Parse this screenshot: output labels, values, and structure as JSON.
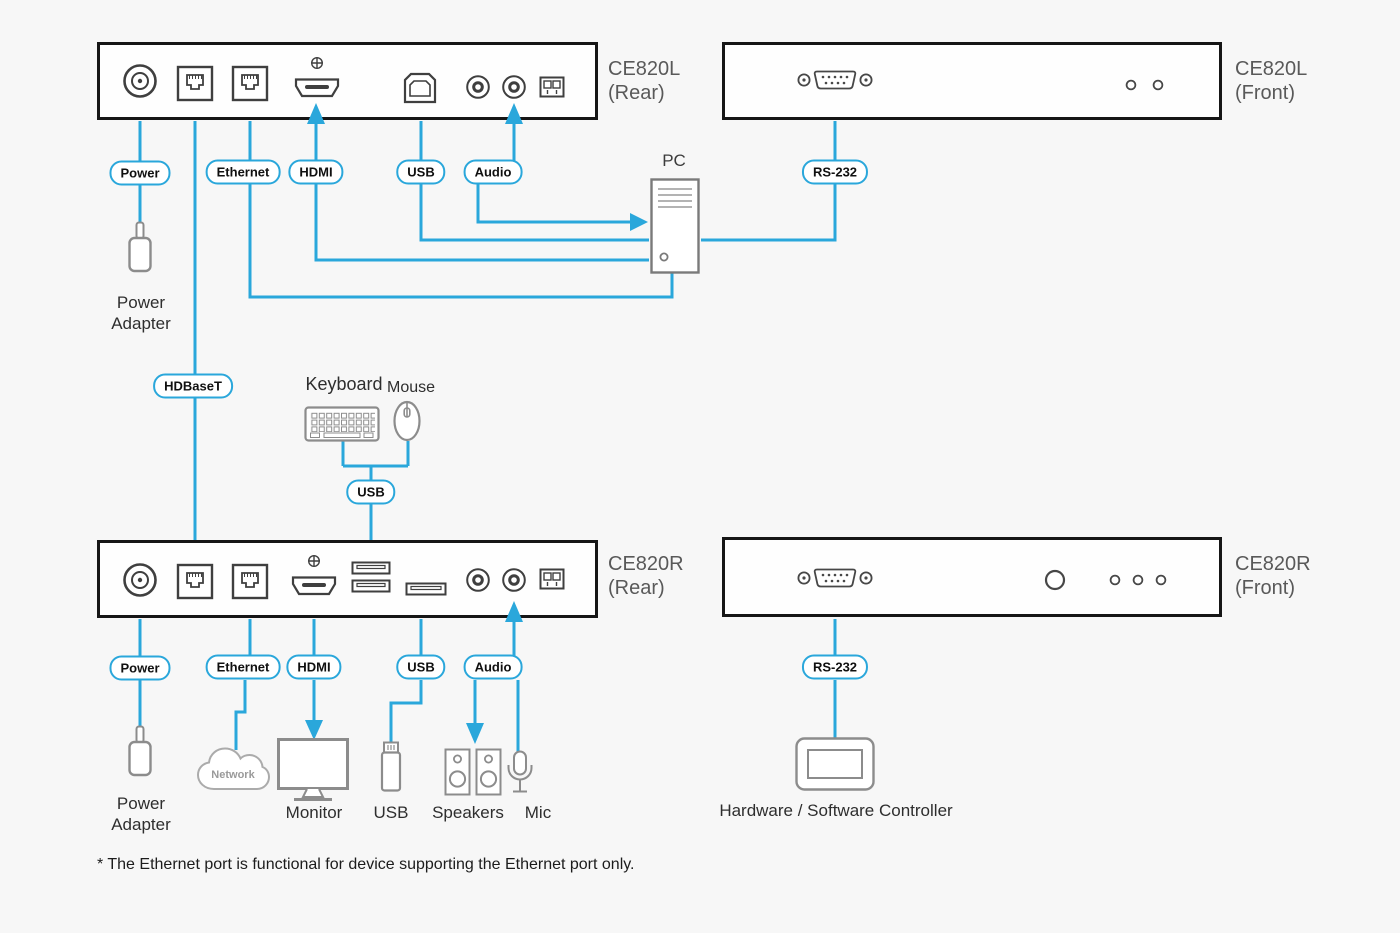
{
  "colors": {
    "wire": "#2AA7DB",
    "panel_border": "#161616"
  },
  "panels": [
    {
      "name": "CE820L",
      "variant": "(Rear)"
    },
    {
      "name": "CE820L",
      "variant": "(Front)"
    },
    {
      "name": "CE820R",
      "variant": "(Rear)"
    },
    {
      "name": "CE820R",
      "variant": "(Front)"
    }
  ],
  "connectors": {
    "top": {
      "power": "Power",
      "ethernet": "Ethernet",
      "hdmi": "HDMI",
      "usb": "USB",
      "audio": "Audio",
      "rs232": "RS-232"
    },
    "link": {
      "hdbaset": "HDBaseT",
      "usb_km": "USB"
    },
    "bottom": {
      "power": "Power",
      "ethernet": "Ethernet",
      "hdmi": "HDMI",
      "usb": "USB",
      "audio": "Audio",
      "rs232": "RS-232"
    }
  },
  "peripherals": {
    "pc": "PC",
    "keyboard": "Keyboard",
    "mouse": "Mouse",
    "power_adapter_top": "Power Adapter",
    "power_adapter_bottom": "Power Adapter",
    "network": "Network",
    "monitor": "Monitor",
    "usb": "USB",
    "speakers": "Speakers",
    "mic": "Mic",
    "controller": "Hardware / Software Controller"
  },
  "footnote": "* The Ethernet port is functional for device supporting the Ethernet port only."
}
